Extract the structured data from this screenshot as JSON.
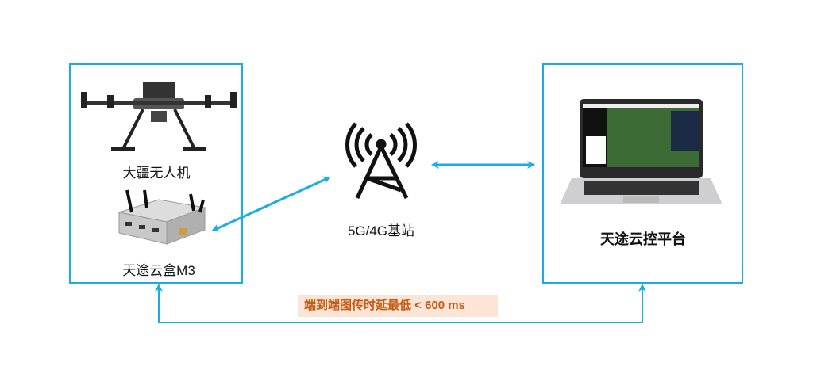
{
  "nodes": {
    "drone": {
      "label": "大疆无人机"
    },
    "cloudbox": {
      "label": "天途云盒M3"
    },
    "base_station": {
      "label": "5G/4G基站"
    },
    "platform": {
      "label": "天途云控平台"
    }
  },
  "latency_note": "端到端图传时延最低 < 600 ms",
  "colors": {
    "link": "#1AACE8",
    "note_bg": "#FCE4D6",
    "note_text": "#C55A11"
  }
}
